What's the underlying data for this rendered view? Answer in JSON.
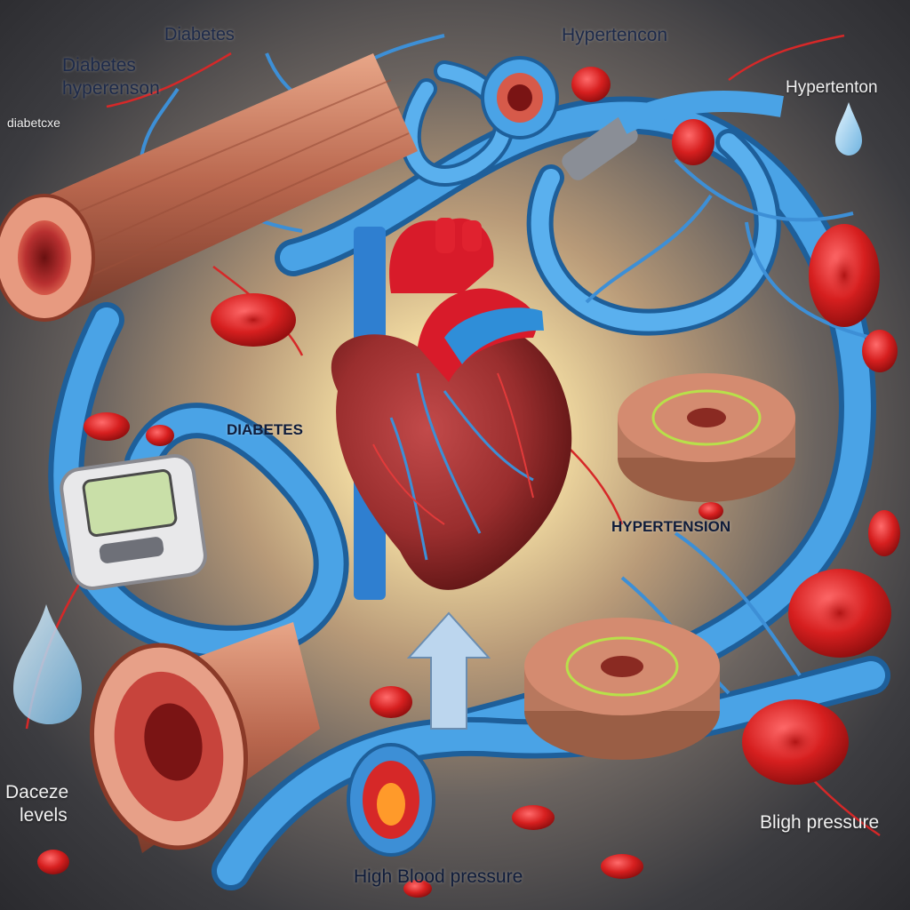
{
  "labels": {
    "top_diabetes": "Diabetes",
    "top_left_line1": "Diabetes",
    "top_left_line2": "hyperenson",
    "left_small": "diabetcxe",
    "top_hypertension": "Hypertencon",
    "right_hypertension": "Hypertenton",
    "center_diabetes": "DIABETES",
    "center_hypertension": "HYPERTENSION",
    "bottom_left_line1": "Daceze",
    "bottom_left_line2": "levels",
    "bottom_right": "Bligh pressure",
    "bottom_center": "High Blood pressure"
  },
  "colors": {
    "vessel_blue": "#3d8fd6",
    "artery_red": "#d62828",
    "tissue": "#b76b55",
    "glow": "#fbf0c8"
  }
}
